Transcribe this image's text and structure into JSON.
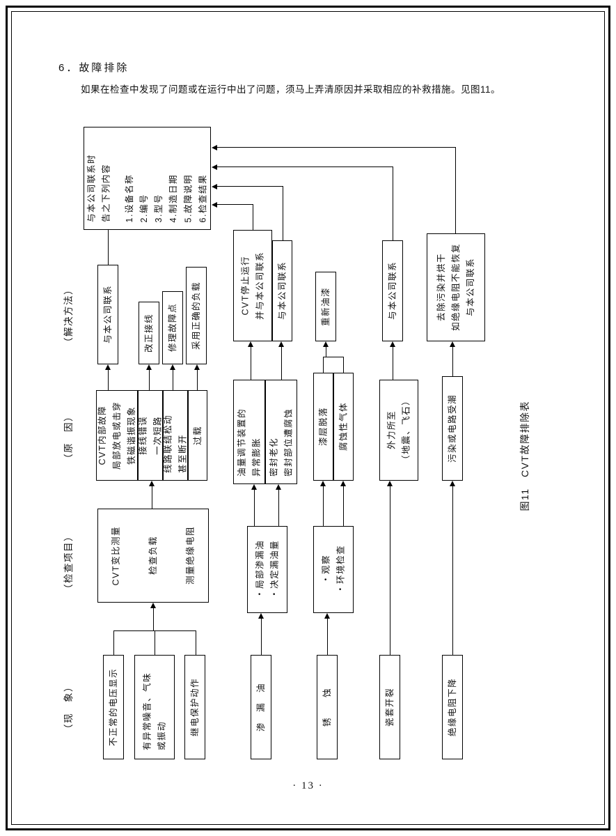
{
  "page": {
    "heading": "6．故障排除",
    "intro": "如果在检查中发现了问题或在运行中出了问题，须马上弄清原因并采取相应的补救措施。见图11。",
    "page_number": "· 13 ·",
    "figure_caption": "图11　CVT故障排除表"
  },
  "column_labels": {
    "solution": "（解决方法）",
    "cause": "（原　因）",
    "inspection": "（检查项目）",
    "phenomenon": "（现　象）"
  },
  "contact_box": {
    "intro_lines": [
      "与本公司联系时",
      "告之下列内容"
    ],
    "items": [
      "1.设备名称",
      "2.编号",
      "3.型号",
      "4.制造日期",
      "5.故障说明",
      "6.检查结果"
    ]
  },
  "solutions": {
    "contact_company_1": "与本公司联系",
    "fix_wiring": "改正接线",
    "repair_fault_point": "修理故障点",
    "use_correct_load": "采用正确的负载",
    "stop_cvt_lines": [
      "CVT停止运行",
      "并与本公司联系"
    ],
    "contact_company_2": "与本公司联系",
    "repaint": "重新油漆",
    "contact_company_3": "与本公司联系",
    "clean_dry_lines": [
      "去除污染并烘干",
      "如绝缘电阻不能恢复",
      "与本公司联系"
    ]
  },
  "causes": {
    "internal_lines": [
      "CVT内部故障",
      "局部放电或击穿",
      "铁磁谐振现象"
    ],
    "wiring_lines": [
      "接线错误",
      "一次短路"
    ],
    "loose_lines": [
      "线路联结松动",
      "甚至断开"
    ],
    "overload": "过载",
    "oil_regulator_lines": [
      "油量调节装置的",
      "异常膨胀"
    ],
    "seal_lines": [
      "密封老化",
      "密封部位遭腐蚀"
    ],
    "paint_peel": "漆层脱落",
    "corrosive_gas": "腐蚀性气体",
    "external_force_lines": [
      "外力所至",
      "（地震、飞石）"
    ],
    "contamination": "污染或电路受潮"
  },
  "inspections": {
    "cvt_lines": [
      "CVT变比测量",
      "检查负载",
      "测量绝缘电阻"
    ],
    "oil_leak_lines": [
      "・局部渗漏油",
      "・决定漏油量"
    ],
    "observe_lines": [
      "・观察",
      "・环境检查"
    ]
  },
  "phenomena": {
    "abnormal_voltage": "不正常的电压显示",
    "noise_lines": [
      "有异常噪音、气味",
      "或振动"
    ],
    "relay_protection": "继电保护动作",
    "oil_leak": "渗　漏　油",
    "rust": "锈　　蚀",
    "bushing_crack": "瓷套开裂",
    "insulation_drop": "绝缘电阻下降"
  }
}
